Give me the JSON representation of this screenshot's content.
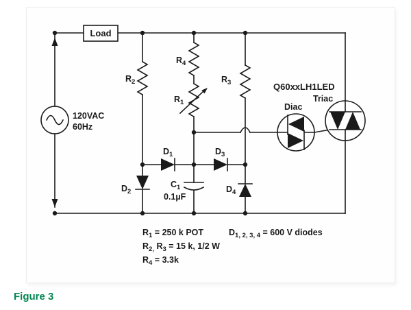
{
  "figure": {
    "caption": "Figure 3"
  },
  "source": {
    "line1": "120VAC",
    "line2": "60Hz"
  },
  "load": {
    "label": "Load"
  },
  "labels": {
    "r1": {
      "base": "R",
      "sub": "1"
    },
    "r2": {
      "base": "R",
      "sub": "2"
    },
    "r3": {
      "base": "R",
      "sub": "3"
    },
    "r4": {
      "base": "R",
      "sub": "4"
    },
    "d1": {
      "base": "D",
      "sub": "1"
    },
    "d2": {
      "base": "D",
      "sub": "2"
    },
    "d3": {
      "base": "D",
      "sub": "3"
    },
    "d4": {
      "base": "D",
      "sub": "4"
    },
    "c1": {
      "base": "C",
      "sub": "1",
      "value": "0.1µF"
    },
    "diac": "Diac",
    "triac": "Triac",
    "part_number": "Q60xxLH1LED"
  },
  "notes": {
    "r1": {
      "p1": "R",
      "s1": "1",
      "p2": " = 250 k POT"
    },
    "r23": {
      "p1": "R",
      "s1": "2,",
      "p2": " R",
      "s2": "3",
      "p3": " = 15 k, 1/2 W"
    },
    "r4": {
      "p1": "R",
      "s1": "4",
      "p2": " = 3.3k"
    },
    "diodes": {
      "p1": "D",
      "s1": "1, 2, 3, 4",
      "p2": " = 600 V diodes"
    }
  },
  "colors": {
    "caption_green": "#008651",
    "ink": "#1a1a1a"
  }
}
